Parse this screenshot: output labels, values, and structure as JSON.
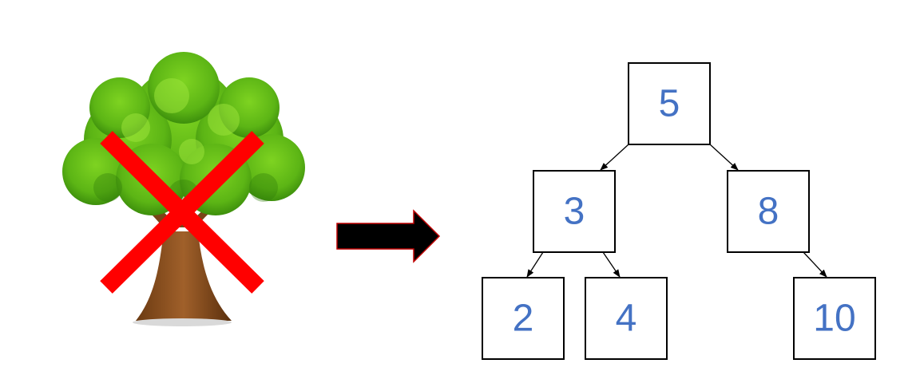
{
  "tree_illustration": {
    "icon": "tree-icon",
    "cross_icon": "cross-mark-icon",
    "cross_color": "#ff0000"
  },
  "arrow": {
    "icon": "right-arrow-icon",
    "fill_color": "#000000",
    "outline_color": "#c00000"
  },
  "binary_tree": {
    "node_text_color": "#4472c4",
    "nodes": [
      {
        "id": "n5",
        "value": "5"
      },
      {
        "id": "n3",
        "value": "3"
      },
      {
        "id": "n8",
        "value": "8"
      },
      {
        "id": "n2",
        "value": "2"
      },
      {
        "id": "n4",
        "value": "4"
      },
      {
        "id": "n10",
        "value": "10"
      }
    ],
    "edges": [
      {
        "from": "n5",
        "to": "n3"
      },
      {
        "from": "n5",
        "to": "n8"
      },
      {
        "from": "n3",
        "to": "n2"
      },
      {
        "from": "n3",
        "to": "n4"
      },
      {
        "from": "n8",
        "to": "n10"
      }
    ]
  }
}
